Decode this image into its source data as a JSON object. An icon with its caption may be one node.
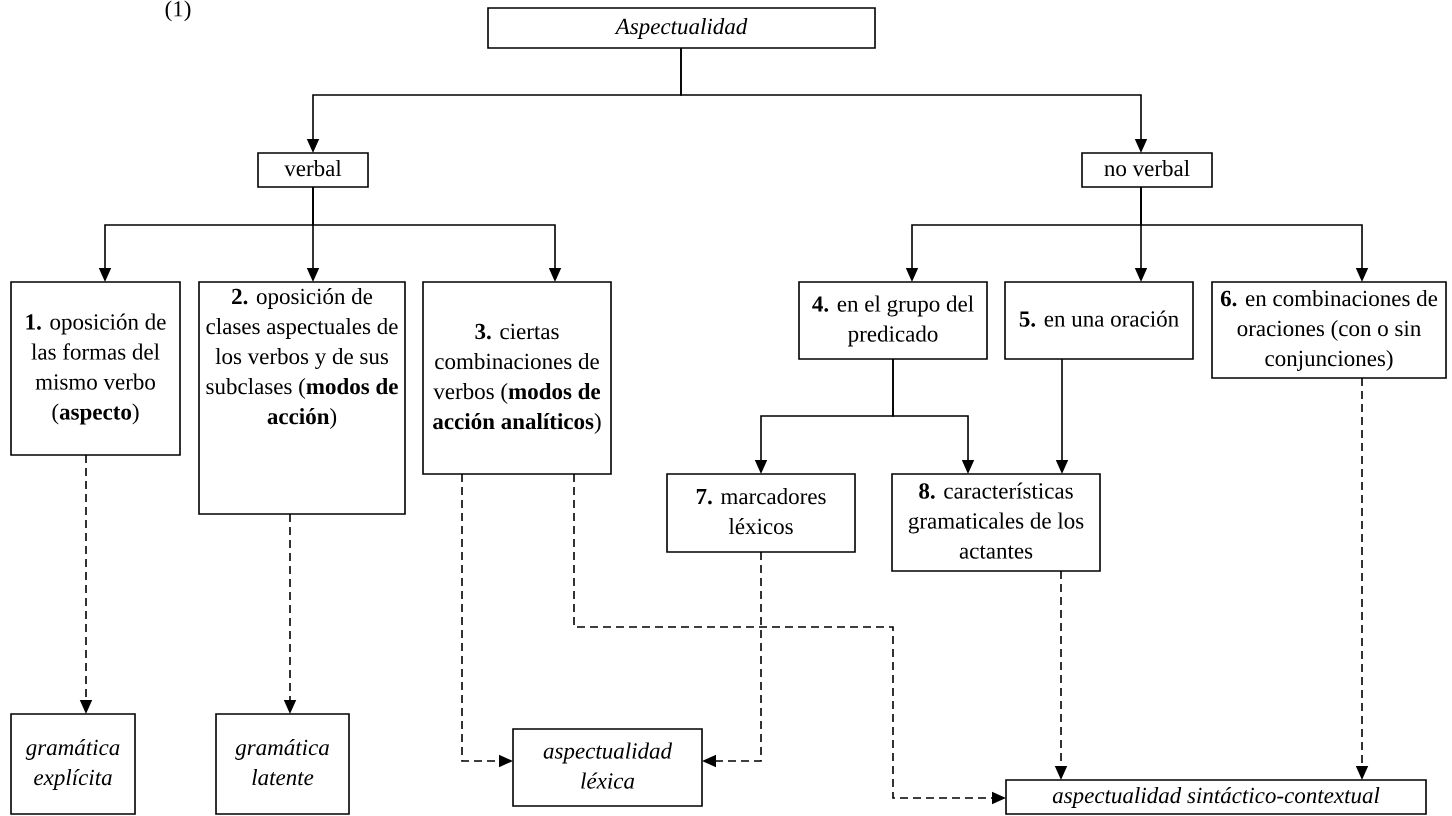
{
  "diagram": {
    "nodes": [
      {
        "text": [
          "Aspectualidad"
        ]
      },
      {
        "text": [
          "verbal"
        ]
      },
      {
        "text": [
          "no verbal"
        ]
      },
      {
        "text": [
          "**1.** oposición de las formas del mismo verbo (**aspecto**)"
        ]
      },
      {
        "text": [
          "**2.** oposición de clases aspectuales de los verbos y de sus subclases (**modos de acción**)"
        ]
      },
      {
        "text": [
          "**3.** ciertas combinaciones de verbos (**modos de acción analíticos**)"
        ]
      },
      {
        "text": [
          "**4.** en el grupo del predicado"
        ]
      },
      {
        "text": [
          "**5.** en una oración"
        ]
      },
      {
        "text": [
          "**6.** en combinaciones de oraciones (con o sin conjunciones)"
        ]
      },
      {
        "text": [
          "**7.** marcadores léxicos"
        ]
      },
      {
        "text": [
          "**8.** características gramaticales de los actantes"
        ]
      },
      {
        "text": [
          "gramática explícita"
        ]
      },
      {
        "text": [
          "gramática latente"
        ]
      },
      {
        "text": [
          "aspectualidad léxica"
        ]
      },
      {
        "text": [
          "aspectualidad sintáctico-contextual"
        ]
      }
    ],
    "edges": [
      {
        "from": 0,
        "to": 1,
        "arrow": "to"
      },
      {
        "from": 0,
        "to": 2,
        "arrow": "to"
      },
      {
        "from": 1,
        "to": 3,
        "arrow": "to"
      },
      {
        "from": 1,
        "to": 4,
        "arrow": "to"
      },
      {
        "from": 1,
        "to": 5,
        "arrow": "to"
      },
      {
        "from": 2,
        "to": 6,
        "arrow": "to"
      },
      {
        "from": 2,
        "to": 7,
        "arrow": "to"
      },
      {
        "from": 2,
        "to": 8,
        "arrow": "to"
      },
      {
        "from": 6,
        "to": 9,
        "arrow": "to"
      },
      {
        "from": 6,
        "to": 10,
        "arrow": "to"
      },
      {
        "from": 7,
        "to": 10,
        "arrow": "to"
      },
      {
        "from": 3,
        "to": 11,
        "arrow": "to",
        "style": "dashed"
      },
      {
        "from": 4,
        "to": 12,
        "arrow": "to",
        "style": "dashed"
      },
      {
        "from": 5,
        "to": 13,
        "arrow": "to",
        "style": "dashed"
      },
      {
        "from": 9,
        "to": 13,
        "arrow": "to",
        "style": "dashed"
      },
      {
        "from": 5,
        "to": 14,
        "arrow": "to",
        "style": "dashed"
      },
      {
        "from": 10,
        "to": 14,
        "arrow": "to",
        "style": "dashed"
      },
      {
        "from": 8,
        "to": 14,
        "arrow": "to",
        "style": "dashed"
      }
    ],
    "labels": [
      "(1)"
    ]
  }
}
